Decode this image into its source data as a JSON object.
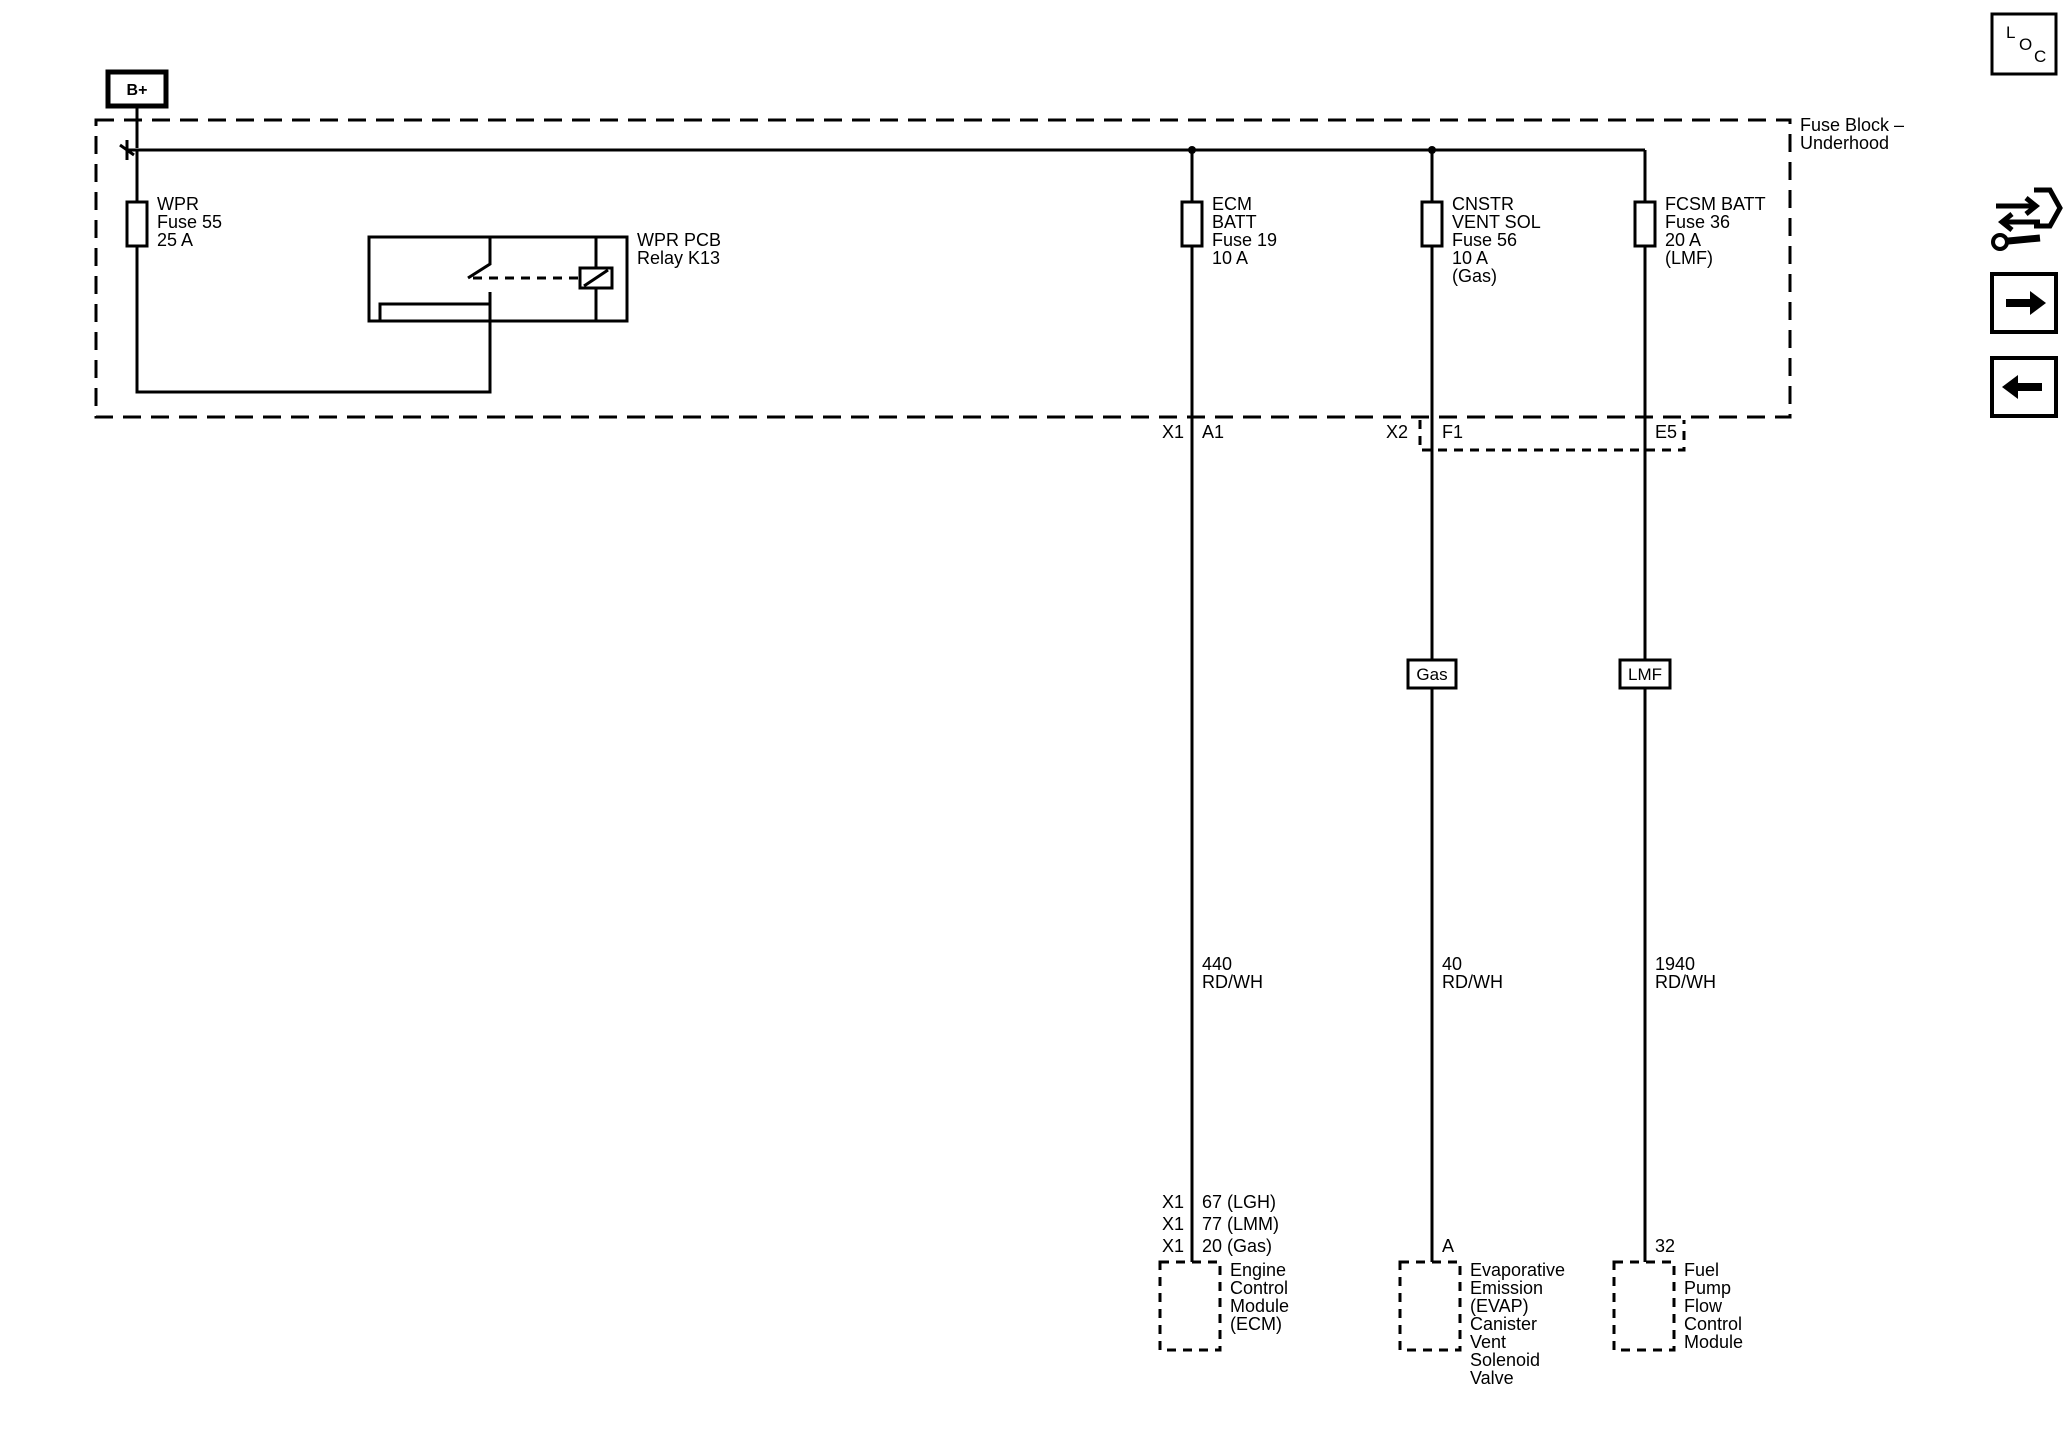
{
  "battery": {
    "label": "B+"
  },
  "fuse_block": {
    "label_line1": "Fuse Block –",
    "label_line2": "Underhood"
  },
  "relay": {
    "line1": "WPR PCB",
    "line2": "Relay K13"
  },
  "fuses": [
    {
      "line1": "WPR",
      "line2": "Fuse 55",
      "line3": "25 A",
      "line4": "",
      "line5": ""
    },
    {
      "line1": "ECM",
      "line2": "BATT",
      "line3": "Fuse 19",
      "line4": "10 A",
      "line5": ""
    },
    {
      "line1": "CNSTR",
      "line2": "VENT SOL",
      "line3": "Fuse 56",
      "line4": "10 A",
      "line5": "(Gas)"
    },
    {
      "line1": "FCSM BATT",
      "line2": "Fuse 36",
      "line3": "20 A",
      "line4": "(LMF)",
      "line5": ""
    }
  ],
  "connectors": {
    "x1": "X1",
    "a1": "A1",
    "x2": "X2",
    "f1": "F1",
    "e5": "E5"
  },
  "option_tags": {
    "gas": "Gas",
    "lmf": "LMF"
  },
  "wires": [
    {
      "circuit": "440",
      "color": "RD/WH"
    },
    {
      "circuit": "40",
      "color": "RD/WH"
    },
    {
      "circuit": "1940",
      "color": "RD/WH"
    }
  ],
  "ecm_pins": [
    {
      "connector": "X1",
      "pin": "67 (LGH)"
    },
    {
      "connector": "X1",
      "pin": "77 (LMM)"
    },
    {
      "connector": "X1",
      "pin": "20 (Gas)"
    }
  ],
  "evap_pin": "A",
  "fpfcm_pin": "32",
  "components": {
    "ecm": [
      "Engine",
      "Control",
      "Module",
      "(ECM)"
    ],
    "evap": [
      "Evaporative",
      "Emission",
      "(EVAP)",
      "Canister",
      "Vent",
      "Solenoid",
      "Valve"
    ],
    "fpfcm": [
      "Fuel",
      "Pump",
      "Flow",
      "Control",
      "Module"
    ]
  },
  "toolbar": {
    "loc_l": "L",
    "loc_o": "O",
    "loc_c": "C",
    "icons": [
      "loc-icon",
      "connector-service-icon",
      "arrow-right-icon",
      "arrow-left-icon"
    ]
  }
}
